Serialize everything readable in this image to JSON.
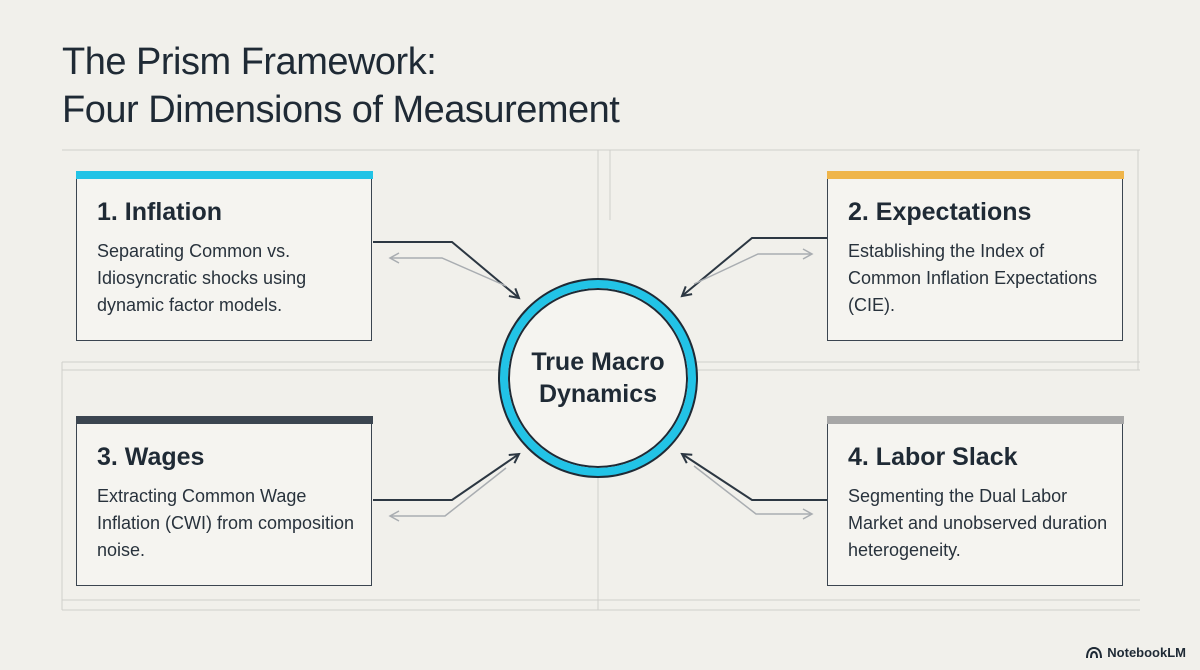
{
  "title": {
    "line1": "The Prism Framework:",
    "line2": "Four Dimensions of Measurement"
  },
  "hub": {
    "label": "True Macro Dynamics",
    "color": "#22c3e6"
  },
  "cards": [
    {
      "heading": "1. Inflation",
      "body": "Separating Common vs. Idiosyncratic shocks using dynamic factor models.",
      "accent": "#22c3e6"
    },
    {
      "heading": "2. Expectations",
      "body": "Establishing the Index of Common Inflation Expectations (CIE).",
      "accent": "#efb54a"
    },
    {
      "heading": "3. Wages",
      "body": "Extracting Common Wage Inflation (CWI) from composition noise.",
      "accent": "#3b4550"
    },
    {
      "heading": "4. Labor Slack",
      "body": "Segmenting the Dual Labor Market and unobserved duration heterogeneity.",
      "accent": "#a7a7a7"
    }
  ],
  "brand": {
    "label": "NotebookLM",
    "icon": "notebooklm-logo-icon"
  }
}
